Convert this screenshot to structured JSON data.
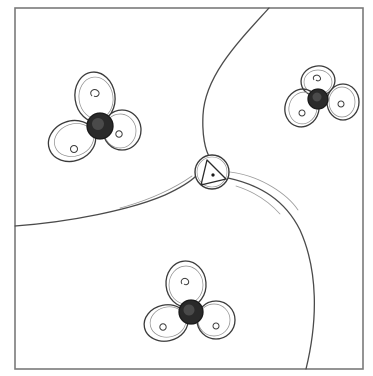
{
  "image": {
    "kind": "pencil sketch",
    "palette": {
      "paper": "#ffffff",
      "frame": "#7a7a7a",
      "ink": "#3a3a3a",
      "ink_light": "#8a8a8a",
      "fill_dark": "#2a2a2a"
    },
    "icons": [
      "three-petal-flower-icon",
      "center-triangle-node-icon"
    ],
    "flower_count": 3,
    "divider_line_count": 3
  }
}
